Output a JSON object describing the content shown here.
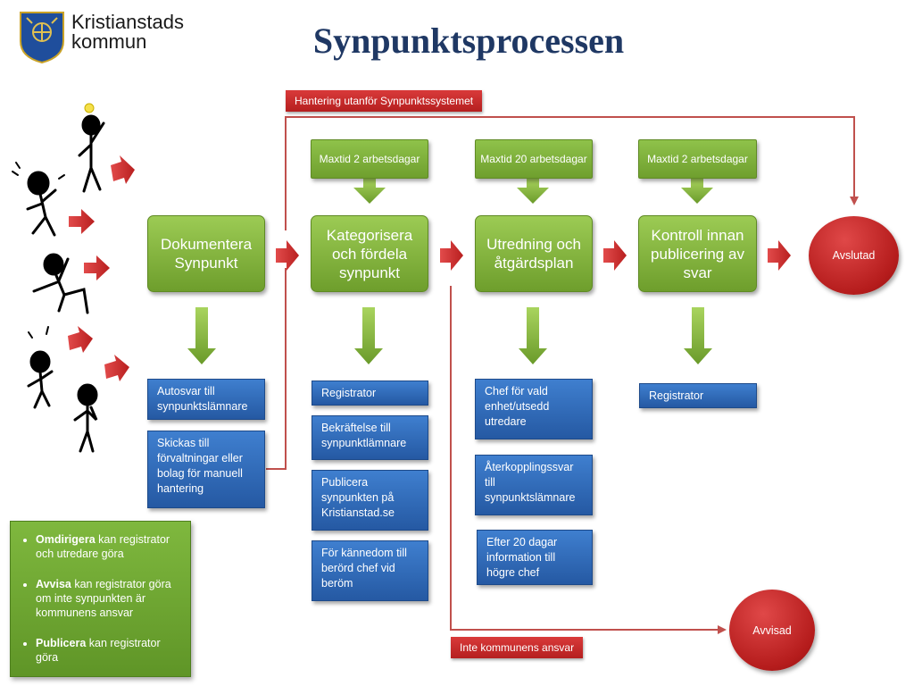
{
  "header": {
    "org_line1": "Kristianstads",
    "org_line2": "kommun",
    "title": "Synpunktsprocessen"
  },
  "labels": {
    "outside_system": "Hantering utanför Synpunktssystemet",
    "not_municipality": "Inte kommunens ansvar"
  },
  "steps": [
    {
      "name": "Dokumentera Synpunkt"
    },
    {
      "name": "Kategorisera och fördela synpunkt",
      "maxtid": "Maxtid 2 arbetsdagar"
    },
    {
      "name": "Utredning och åtgärdsplan",
      "maxtid": "Maxtid 20 arbetsdagar"
    },
    {
      "name": "Kontroll innan publicering av svar",
      "maxtid": "Maxtid 2 arbetsdagar"
    }
  ],
  "ends": {
    "done": "Avslutad",
    "rejected": "Avvisad"
  },
  "details": {
    "col1": [
      "Autosvar till synpunktslämnare",
      "Skickas till förvaltningar eller bolag för manuell hantering"
    ],
    "col2": [
      "Registrator",
      "Bekräftelse till synpunktlämnare",
      "Publicera synpunkten på Kristianstad.se",
      "För kännedom till berörd chef vid beröm"
    ],
    "col3": [
      "Chef för vald enhet/utsedd utredare",
      "Återkopplingssvar till synpunktslämnare",
      "Efter 20 dagar information till högre chef"
    ],
    "col4": [
      "Registrator"
    ]
  },
  "notes": [
    {
      "bold": "Omdirigera",
      "text": " kan registrator och utredare göra"
    },
    {
      "bold": "Avvisa",
      "text": " kan registrator göra om inte synpunkten är kommunens ansvar"
    },
    {
      "bold": "Publicera",
      "text": " kan registrator göra"
    }
  ],
  "colors": {
    "title": "#1f3864",
    "green": "#7fb83e",
    "blue": "#2f6bbd",
    "red": "#c0282b",
    "connector": "#c0504d"
  }
}
